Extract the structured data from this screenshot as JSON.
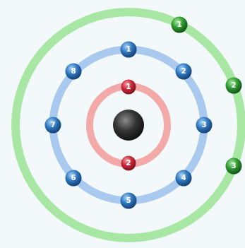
{
  "diagram": {
    "nodes": [
      {
        "text": [
          "1"
        ]
      },
      {
        "text": [
          "2"
        ]
      },
      {
        "text": [
          "1"
        ]
      },
      {
        "text": [
          "2"
        ]
      },
      {
        "text": [
          "3"
        ]
      },
      {
        "text": [
          "4"
        ]
      },
      {
        "text": [
          "5"
        ]
      },
      {
        "text": [
          "6"
        ]
      },
      {
        "text": [
          "7"
        ]
      },
      {
        "text": [
          "8"
        ]
      },
      {
        "text": [
          "1"
        ]
      },
      {
        "text": [
          "2"
        ]
      },
      {
        "text": [
          "3"
        ]
      }
    ]
  }
}
